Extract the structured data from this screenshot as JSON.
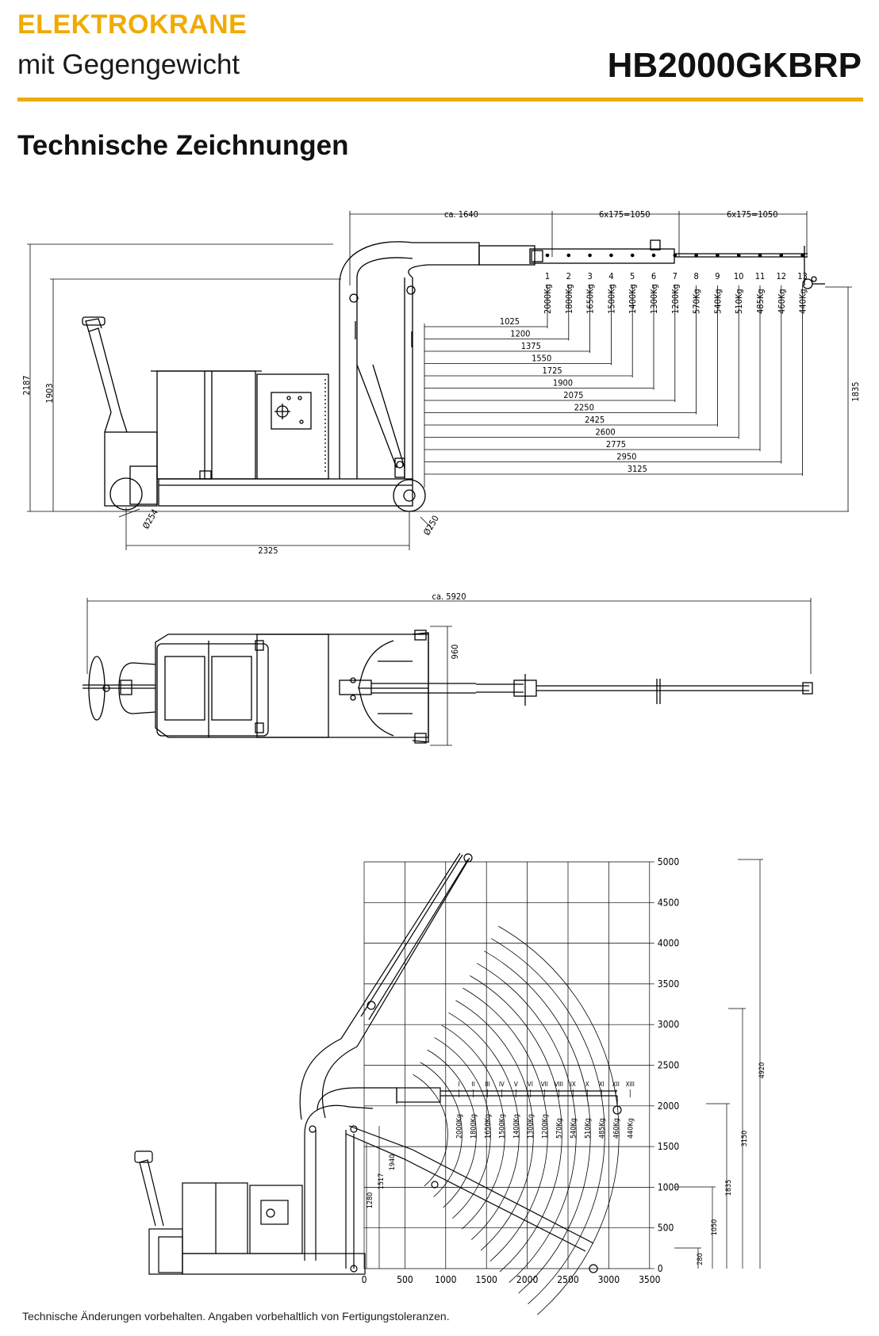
{
  "header": {
    "category": "ELEKTROKRANE",
    "subtitle": "mit Gegengewicht",
    "model": "HB2000GKBRP"
  },
  "section_title": "Technische Zeichnungen",
  "side_view": {
    "top_dims": [
      "ca. 1640",
      "6x175=1050",
      "6x175=1050"
    ],
    "height_left_outer": "2187",
    "height_left_inner": "1903",
    "height_right": "1835",
    "wheel_front": "Ø254",
    "wheel_rear": "Ø250",
    "wheelbase": "2325",
    "positions": [
      "1",
      "2",
      "3",
      "4",
      "5",
      "6",
      "7",
      "8",
      "9",
      "10",
      "11",
      "12",
      "13"
    ],
    "loads": [
      "2000Kg",
      "1800Kg",
      "1650Kg",
      "1500Kg",
      "1400Kg",
      "1300Kg",
      "1200Kg",
      "570Kg",
      "540Kg",
      "510Kg",
      "485Kg",
      "460Kg",
      "440Kg"
    ],
    "reaches": [
      "1025",
      "1200",
      "1375",
      "1550",
      "1725",
      "1900",
      "2075",
      "2250",
      "2425",
      "2600",
      "2775",
      "2950",
      "3125"
    ]
  },
  "top_view": {
    "length": "ca. 5920",
    "width": "960"
  },
  "range_diagram": {
    "y_ticks": [
      "5000",
      "4500",
      "4000",
      "3500",
      "3000",
      "2500",
      "2000",
      "1500",
      "1000",
      "500",
      "0"
    ],
    "x_ticks": [
      "0",
      "500",
      "1000",
      "1500",
      "2000",
      "2500",
      "3000",
      "3500"
    ],
    "roman_positions": [
      "I",
      "II",
      "III",
      "IV",
      "V",
      "VI",
      "VII",
      "VIII",
      "IX",
      "X",
      "XI",
      "XII",
      "XIII"
    ],
    "loads": [
      "2000Kg",
      "1800Kg",
      "1650Kg",
      "1500Kg",
      "1400Kg",
      "1300Kg",
      "1200Kg",
      "570Kg",
      "540Kg",
      "510Kg",
      "485Kg",
      "460Kg",
      "440Kg"
    ],
    "right_dims": [
      "4920",
      "3150",
      "1835",
      "1050",
      "280"
    ],
    "left_dims": [
      "1940",
      "1517",
      "1280"
    ]
  },
  "footer": "Technische Änderungen vorbehalten. Angaben vorbehaltlich von Fertigungstoleranzen."
}
